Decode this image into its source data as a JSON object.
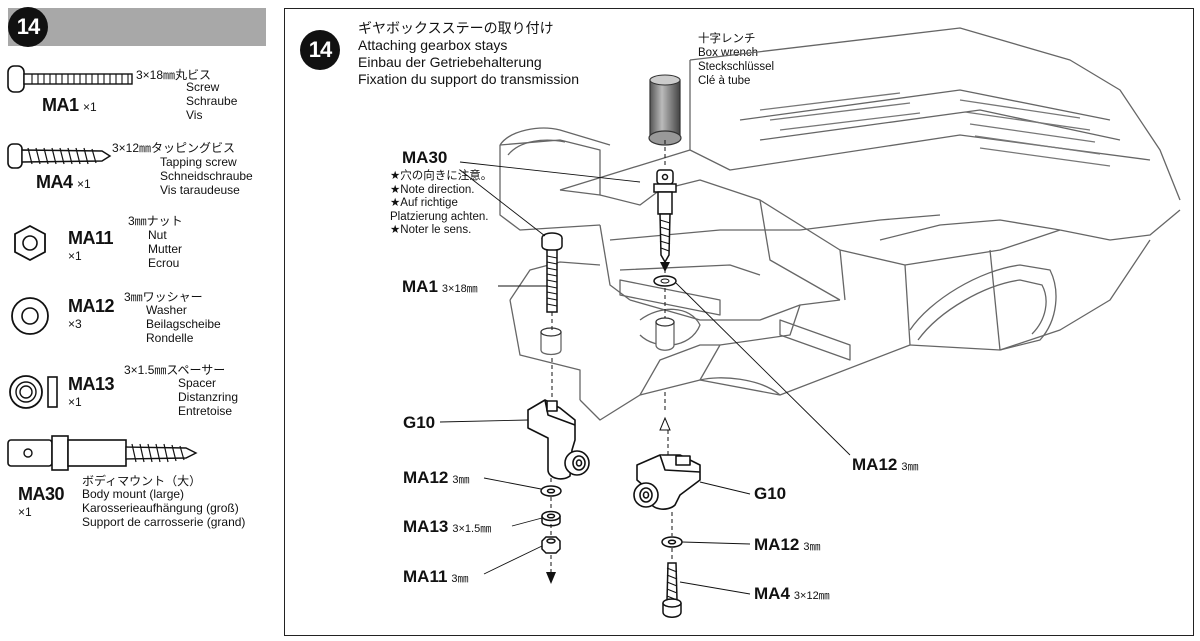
{
  "step": {
    "number": "14"
  },
  "parts": [
    {
      "code": "MA1",
      "qty": "×1",
      "jp": "3×18㎜丸ビス",
      "desc": [
        "Screw",
        "Schraube",
        "Vis"
      ]
    },
    {
      "code": "MA4",
      "qty": "×1",
      "jp": "3×12㎜タッピングビス",
      "desc": [
        "Tapping screw",
        "Schneidschraube",
        "Vis taraudeuse"
      ]
    },
    {
      "code": "MA11",
      "qty": "×1",
      "jp": "3㎜ナット",
      "desc": [
        "Nut",
        "Mutter",
        "Ecrou"
      ]
    },
    {
      "code": "MA12",
      "qty": "×3",
      "jp": "3㎜ワッシャー",
      "desc": [
        "Washer",
        "Beilagscheibe",
        "Rondelle"
      ]
    },
    {
      "code": "MA13",
      "qty": "×1",
      "jp": "3×1.5㎜スペーサー",
      "desc": [
        "Spacer",
        "Distanzring",
        "Entretoise"
      ]
    },
    {
      "code": "MA30",
      "qty": "×1",
      "jp": "ボディマウント（大）",
      "desc": [
        "Body mount (large)",
        "Karosserieaufhängung (groß)",
        "Support de carrosserie (grand)"
      ]
    }
  ],
  "main": {
    "title_jp": "ギヤボックスステーの取り付け",
    "title_en": "Attaching gearbox stays",
    "title_de": "Einbau der Getriebehalterung",
    "title_fr": "Fixation du support do transmission",
    "tool": {
      "jp": "十字レンチ",
      "en": "Box wrench",
      "de": "Steckschlüssel",
      "fr": "Clé à tube"
    },
    "ma30_label": "MA30",
    "ma30_notes": [
      "★穴の向きに注意。",
      "★Note direction.",
      "★Auf richtige",
      "Platzierung achten.",
      "★Noter le sens."
    ],
    "callouts": {
      "ma1": {
        "code": "MA1",
        "size": "3×18㎜"
      },
      "g10_left": {
        "code": "G10"
      },
      "ma12_left": {
        "code": "MA12",
        "size": "3㎜"
      },
      "ma13": {
        "code": "MA13",
        "size": "3×1.5㎜"
      },
      "ma11": {
        "code": "MA11",
        "size": "3㎜"
      },
      "ma12_right": {
        "code": "MA12",
        "size": "3㎜"
      },
      "g10_right": {
        "code": "G10"
      },
      "ma12_bottom": {
        "code": "MA12",
        "size": "3㎜"
      },
      "ma4": {
        "code": "MA4",
        "size": "3×12㎜"
      }
    }
  }
}
